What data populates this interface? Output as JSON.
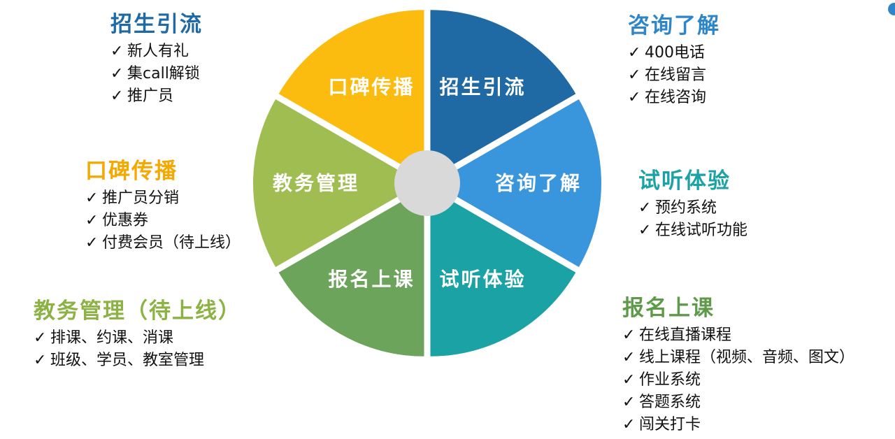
{
  "wheel": {
    "segments": [
      {
        "label": "招生引流",
        "color": "#1f6aa5"
      },
      {
        "label": "咨询了解",
        "color": "#3a96dc"
      },
      {
        "label": "试听体验",
        "color": "#1ba2a5"
      },
      {
        "label": "报名上课",
        "color": "#6ba45a"
      },
      {
        "label": "教务管理",
        "color": "#a0bd52"
      },
      {
        "label": "口碑传播",
        "color": "#fbbb0f"
      }
    ],
    "hub_color": "#d9d9d9"
  },
  "groups": {
    "zhaosheng": {
      "title": "招生引流",
      "color": "#1f6aa5",
      "items": [
        "新人有礼",
        "集call解锁",
        "推广员"
      ]
    },
    "zixun": {
      "title": "咨询了解",
      "color": "#2e86c9",
      "items": [
        "400电话",
        "在线留言",
        "在线咨询"
      ]
    },
    "shiting": {
      "title": "试听体验",
      "color": "#1ba2a5",
      "items": [
        "预约系统",
        "在线试听功能"
      ]
    },
    "baoming": {
      "title": "报名上课",
      "color": "#5f9a4b",
      "items": [
        "在线直播课程",
        "线上课程（视频、音频、图文）",
        "作业系统",
        "答题系统",
        "闯关打卡"
      ]
    },
    "jiaowu": {
      "title": "教务管理（待上线）",
      "color": "#8cb243",
      "items": [
        "排课、约课、消课",
        "班级、学员、教室管理"
      ]
    },
    "koubei": {
      "title": "口碑传播",
      "color": "#f5a800",
      "items": [
        "推广员分销",
        "优惠券",
        "付费会员（待上线）"
      ]
    }
  },
  "check_mark": "✓"
}
